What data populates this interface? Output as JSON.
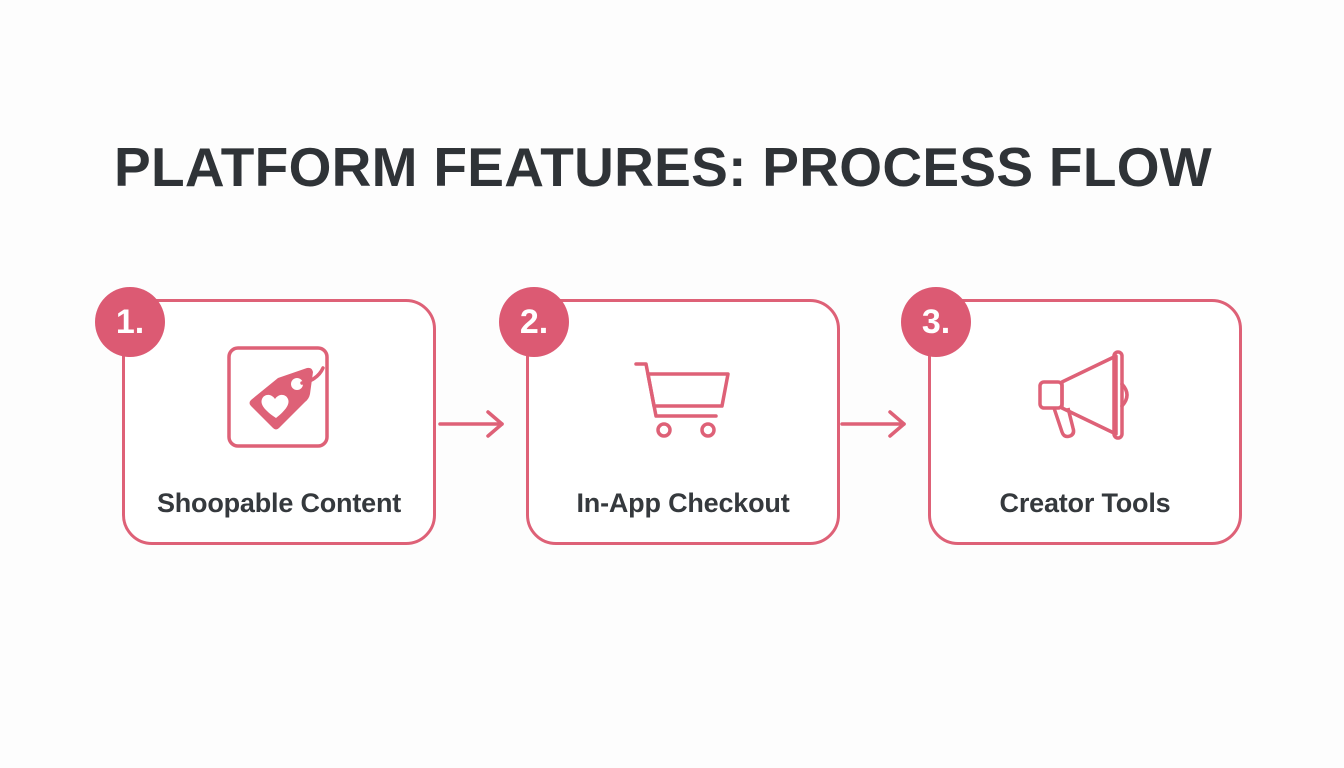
{
  "title": "PLATFORM FEATURES: PROCESS FLOW",
  "colors": {
    "accent": "#de6177",
    "badge": "#dc5a73",
    "text": "#2f3337",
    "background": "#fdfdfd"
  },
  "steps": [
    {
      "number": "1.",
      "label": "Shoopable Content",
      "icon": "heart-tag-icon"
    },
    {
      "number": "2.",
      "label": "In-App Checkout",
      "icon": "shopping-cart-icon"
    },
    {
      "number": "3.",
      "label": "Creator Tools",
      "icon": "megaphone-icon"
    }
  ],
  "connectors": [
    "arrow-right-icon",
    "arrow-right-icon"
  ]
}
